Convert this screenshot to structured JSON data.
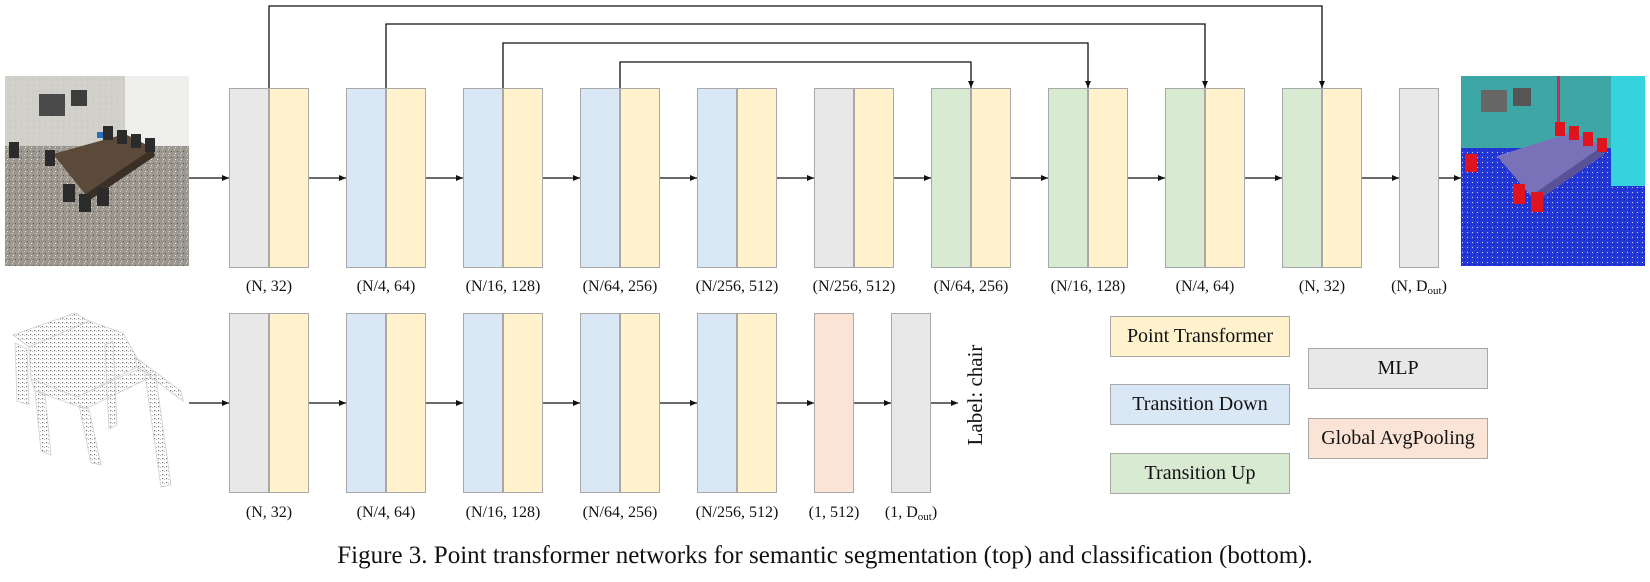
{
  "colors": {
    "point_transformer": "#fff2cc",
    "transition_down": "#dae8f5",
    "transition_up": "#d9ead3",
    "mlp": "#e8e8e8",
    "global_avgpooling": "#fbe4d6",
    "border": "#a8a8a8"
  },
  "top_network": {
    "stages": [
      {
        "left": "mlp",
        "right": "point_transformer",
        "dim": "(N, 32)"
      },
      {
        "left": "transition_down",
        "right": "point_transformer",
        "dim": "(N/4, 64)"
      },
      {
        "left": "transition_down",
        "right": "point_transformer",
        "dim": "(N/16, 128)"
      },
      {
        "left": "transition_down",
        "right": "point_transformer",
        "dim": "(N/64, 256)"
      },
      {
        "left": "transition_down",
        "right": "point_transformer",
        "dim": "(N/256, 512)"
      },
      {
        "left": "mlp",
        "right": "point_transformer",
        "dim": "(N/256, 512)"
      },
      {
        "left": "transition_up",
        "right": "point_transformer",
        "dim": "(N/64, 256)"
      },
      {
        "left": "transition_up",
        "right": "point_transformer",
        "dim": "(N/16, 128)"
      },
      {
        "left": "transition_up",
        "right": "point_transformer",
        "dim": "(N/4, 64)"
      },
      {
        "left": "transition_up",
        "right": "point_transformer",
        "dim": "(N, 32)"
      }
    ],
    "final": {
      "type": "mlp",
      "dim_main": "(N, D",
      "dim_sub": "out",
      "dim_end": ")"
    },
    "skip_connections": [
      [
        0,
        9
      ],
      [
        1,
        8
      ],
      [
        2,
        7
      ],
      [
        3,
        6
      ]
    ],
    "input_image": "indoor-scene-point-cloud",
    "output_image": "segmented-scene-point-cloud"
  },
  "bottom_network": {
    "stages": [
      {
        "left": "mlp",
        "right": "point_transformer",
        "dim": "(N, 32)"
      },
      {
        "left": "transition_down",
        "right": "point_transformer",
        "dim": "(N/4, 64)"
      },
      {
        "left": "transition_down",
        "right": "point_transformer",
        "dim": "(N/16, 128)"
      },
      {
        "left": "transition_down",
        "right": "point_transformer",
        "dim": "(N/64, 256)"
      },
      {
        "left": "transition_down",
        "right": "point_transformer",
        "dim": "(N/256, 512)"
      }
    ],
    "pool": {
      "type": "global_avgpooling",
      "dim": "(1, 512)"
    },
    "final": {
      "type": "mlp",
      "dim_main": "(1, D",
      "dim_sub": "out",
      "dim_end": ")"
    },
    "input_image": "chair-point-cloud",
    "output_label": "Label: chair"
  },
  "legend": [
    {
      "key": "point_transformer",
      "label": "Point Transformer"
    },
    {
      "key": "transition_down",
      "label": "Transition Down"
    },
    {
      "key": "transition_up",
      "label": "Transition Up"
    },
    {
      "key": "mlp",
      "label": "MLP"
    },
    {
      "key": "global_avgpooling",
      "label": "Global AvgPooling"
    }
  ],
  "caption": "Figure 3. Point transformer networks for semantic segmentation (top) and classification (bottom)."
}
